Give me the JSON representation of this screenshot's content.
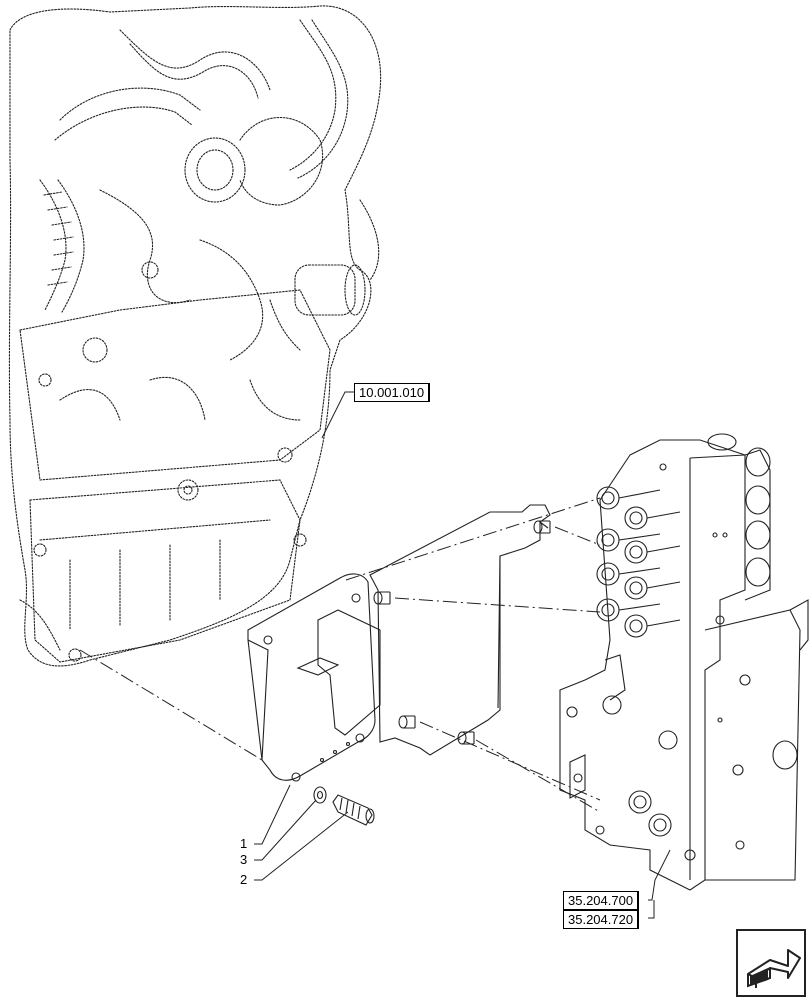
{
  "references": {
    "engine": "10.001.010",
    "valve_a": "35.204.700",
    "valve_b": "35.204.720"
  },
  "callouts": {
    "item1": "1",
    "item3": "3",
    "item2": "2"
  },
  "icons": {
    "next_page": "next-page-arrow-icon"
  }
}
